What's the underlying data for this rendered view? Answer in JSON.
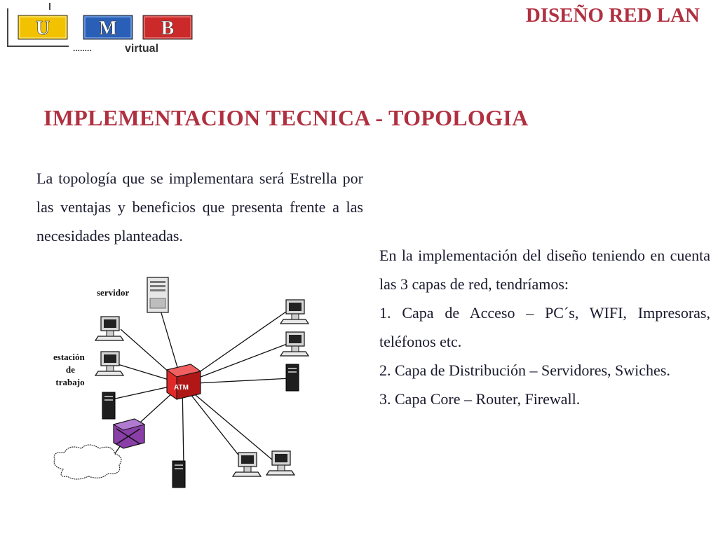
{
  "logo": {
    "letters": [
      "U",
      "M",
      "B"
    ],
    "tagline": "virtual",
    "dots": "........"
  },
  "header": {
    "title": "DISEÑO RED LAN"
  },
  "slide": {
    "title": "IMPLEMENTACION TECNICA - TOPOLOGIA"
  },
  "left_paragraph": "La topología que se implementara será Estrella por las ventajas y beneficios que presenta frente a las necesidades planteadas.",
  "right_lines": [
    "En la implementación del diseño teniendo en cuenta las 3 capas de red, tendríamos:",
    "1. Capa de Acceso – PC´s, WIFI, Impresoras, teléfonos etc.",
    "2. Capa de Distribución – Servidores, Swiches.",
    "3. Capa Core – Router, Firewall."
  ],
  "diagram": {
    "server_label": "servidor",
    "workstation_label_lines": [
      "estación",
      "de",
      "trabajo"
    ],
    "hub_label": "ATM",
    "colors": {
      "hub": "#e02a2a",
      "router": "#8a3fa8",
      "brand_red": "#b03040",
      "brand_yellow": "#f2c200",
      "brand_blue": "#2a5fb8"
    }
  }
}
